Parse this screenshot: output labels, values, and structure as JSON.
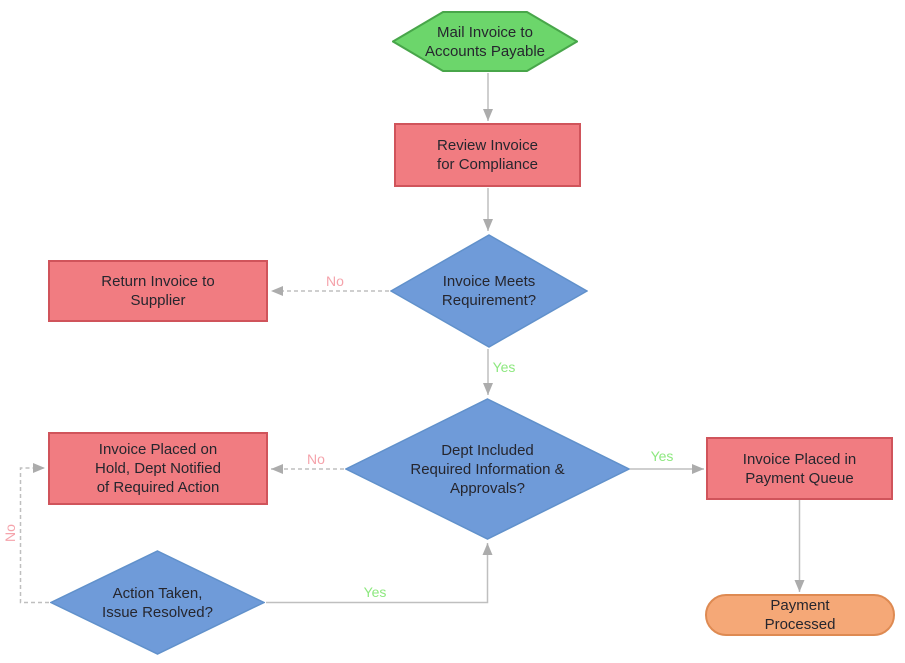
{
  "diagram": {
    "type": "flowchart",
    "nodes": {
      "start": {
        "label": "Mail Invoice to\nAccounts Payable",
        "shape": "hexagon"
      },
      "review": {
        "label": "Review Invoice\nfor Compliance",
        "shape": "rectangle"
      },
      "meets_req": {
        "label": "Invoice Meets\nRequirement?",
        "shape": "diamond"
      },
      "return_supplier": {
        "label": "Return Invoice to\nSupplier",
        "shape": "rectangle"
      },
      "dept_info": {
        "label": "Dept Included\nRequired Information &\nApprovals?",
        "shape": "diamond"
      },
      "hold": {
        "label": "Invoice Placed on\nHold, Dept Notified\nof Required Action",
        "shape": "rectangle"
      },
      "queue": {
        "label": "Invoice Placed in\nPayment Queue",
        "shape": "rectangle"
      },
      "action": {
        "label": "Action Taken,\nIssue Resolved?",
        "shape": "diamond"
      },
      "processed": {
        "label": "Payment\nProcessed",
        "shape": "rounded"
      }
    },
    "edge_labels": {
      "meets_req_no": "No",
      "meets_req_yes": "Yes",
      "dept_no": "No",
      "dept_yes": "Yes",
      "action_yes": "Yes",
      "action_no": "No"
    },
    "colors": {
      "start_fill": "#6CD66B",
      "start_stroke": "#48A64A",
      "process_fill": "#F17C81",
      "process_stroke": "#D0545B",
      "decision_fill": "#6F9BD9",
      "decision_stroke": "#6191CB",
      "terminator_fill": "#F5A877",
      "terminator_stroke": "#DE8A52",
      "connector": "#BFBFBF",
      "arrowhead": "#ACACAC",
      "yes_label": "#8DE87F",
      "no_label": "#F5A3AB",
      "text": "#26262e",
      "background": "#FFFFFF"
    }
  }
}
